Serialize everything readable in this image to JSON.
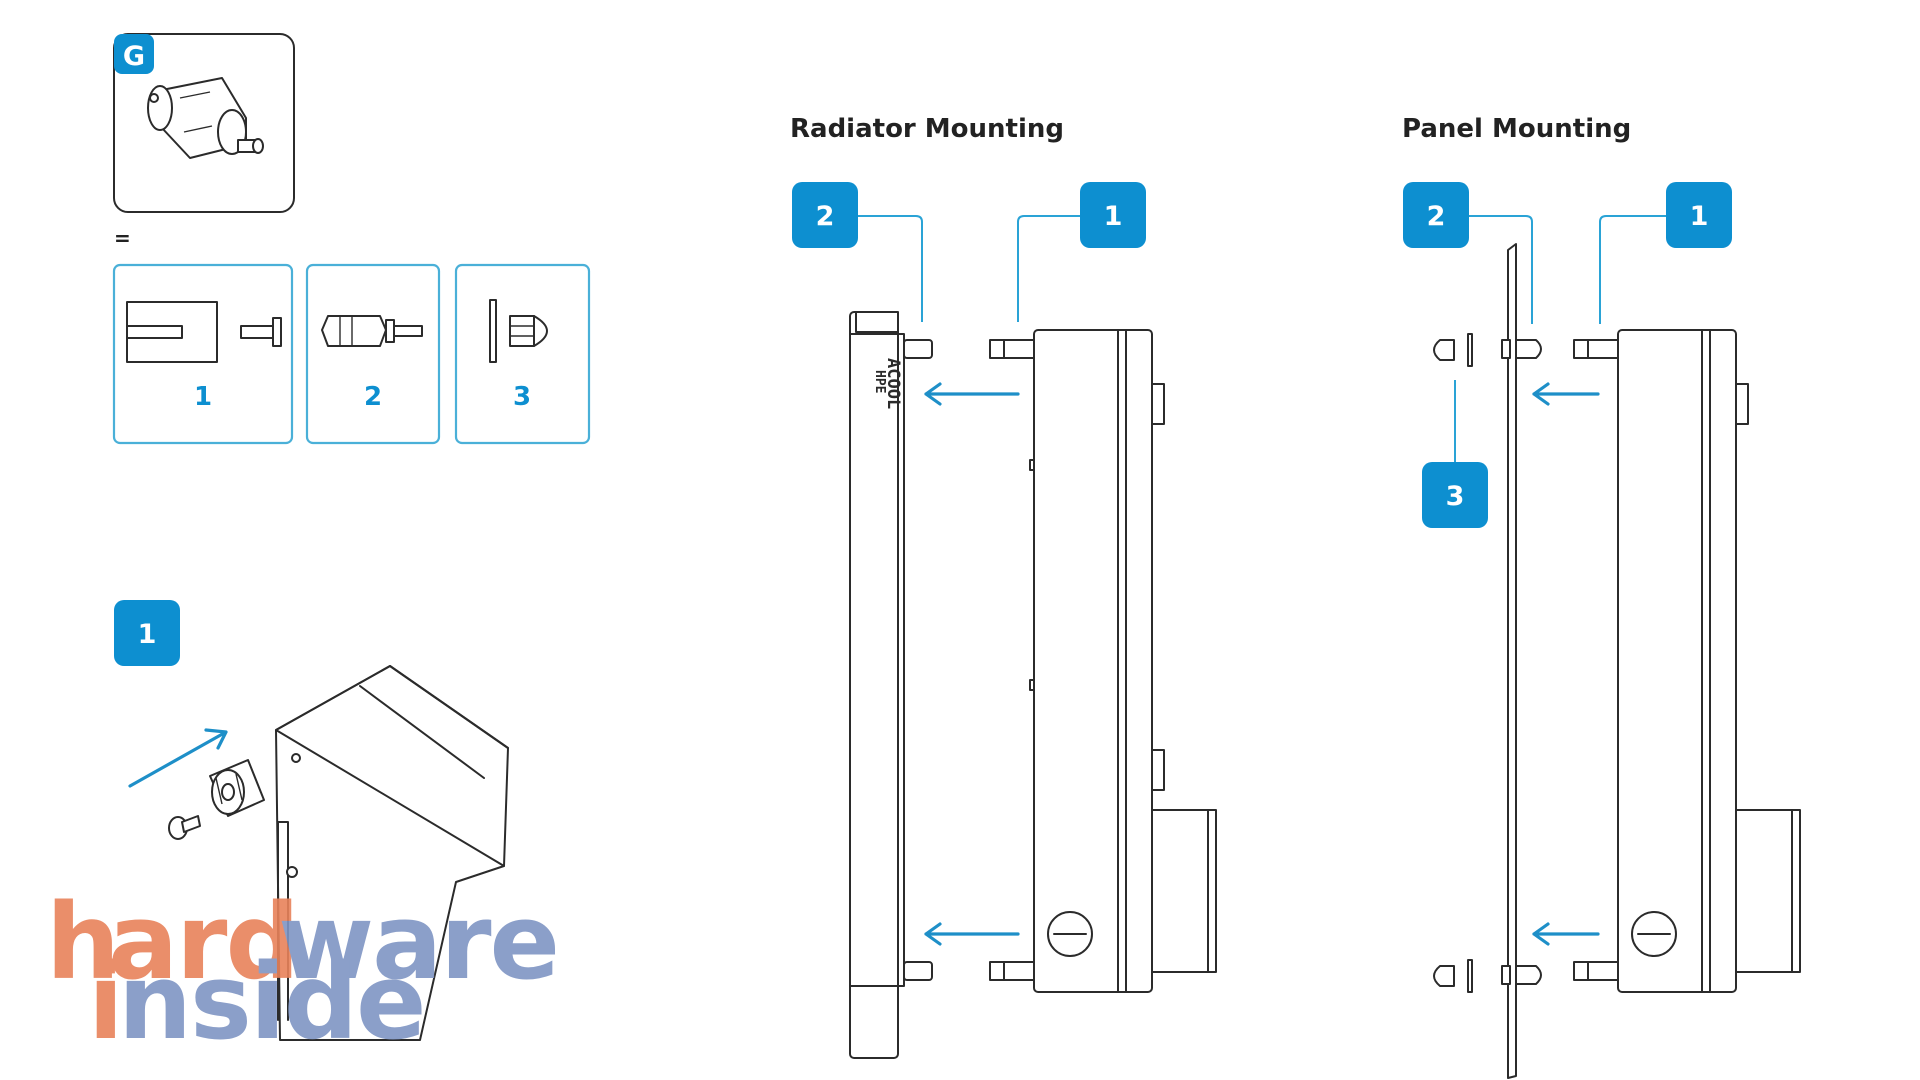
{
  "kit": {
    "label": "G",
    "equals": "=",
    "parts": [
      "1",
      "2",
      "3"
    ]
  },
  "step": {
    "badge": "1"
  },
  "radiator_mounting": {
    "title": "Radiator Mounting",
    "badges": [
      "2",
      "1"
    ],
    "brand": "HPE",
    "brand2": "ACOOL"
  },
  "panel_mounting": {
    "title": "Panel Mounting",
    "badges": [
      "2",
      "1",
      "3"
    ]
  },
  "watermark": {
    "line1_a": "h",
    "line1_b": "ard",
    "line1_c": "ware",
    "line2_a": "i",
    "line2_b": "nside"
  },
  "colors": {
    "badge": "#0d8fd0",
    "accent": "#2aa3d6",
    "watermark_orange": "#e8825a",
    "watermark_blue": "#7f95c4"
  },
  "icons": [
    "spacer-assembly-icon",
    "screw-icon",
    "standoff-icon",
    "nut-washer-icon",
    "arrow-icon"
  ]
}
